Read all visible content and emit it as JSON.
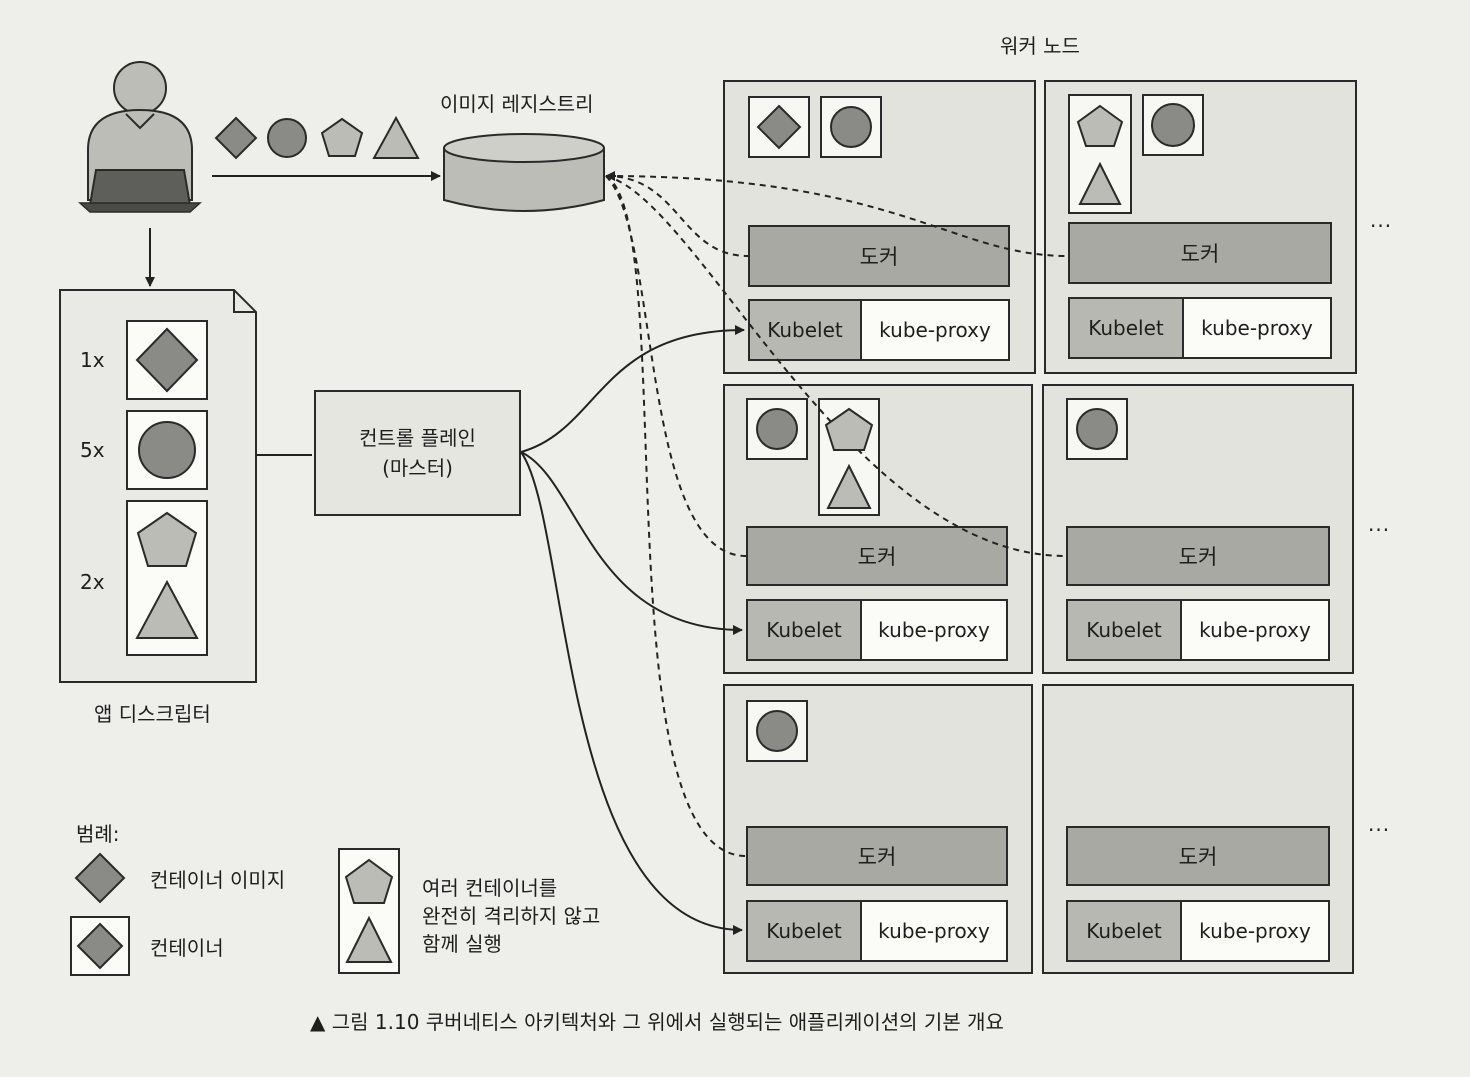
{
  "registry_label": "이미지 레지스트리",
  "worker_nodes_label": "워커 노드",
  "control_plane": {
    "line1": "컨트롤 플레인",
    "line2": "(마스터)"
  },
  "app_descriptor": {
    "label": "앱 디스크립터",
    "replicas": [
      "1x",
      "5x",
      "2x"
    ]
  },
  "legend": {
    "title": "범례:",
    "image": "컨테이너 이미지",
    "container": "컨테이너",
    "group_line1": "여러 컨테이너를",
    "group_line2": "완전히 격리하지 않고",
    "group_line3": "함께 실행"
  },
  "node": {
    "docker": "도커",
    "kubelet": "Kubelet",
    "proxy": "kube-proxy"
  },
  "ellipsis": "...",
  "caption": "▲ 그림 1.10 쿠버네티스 아키텍처와 그 위에서 실행되는 애플리케이션의 기본 개요",
  "colors": {
    "shape_fill": "#8a8a86",
    "box_fill": "#a9a9a4",
    "background": "#eeeeea"
  }
}
